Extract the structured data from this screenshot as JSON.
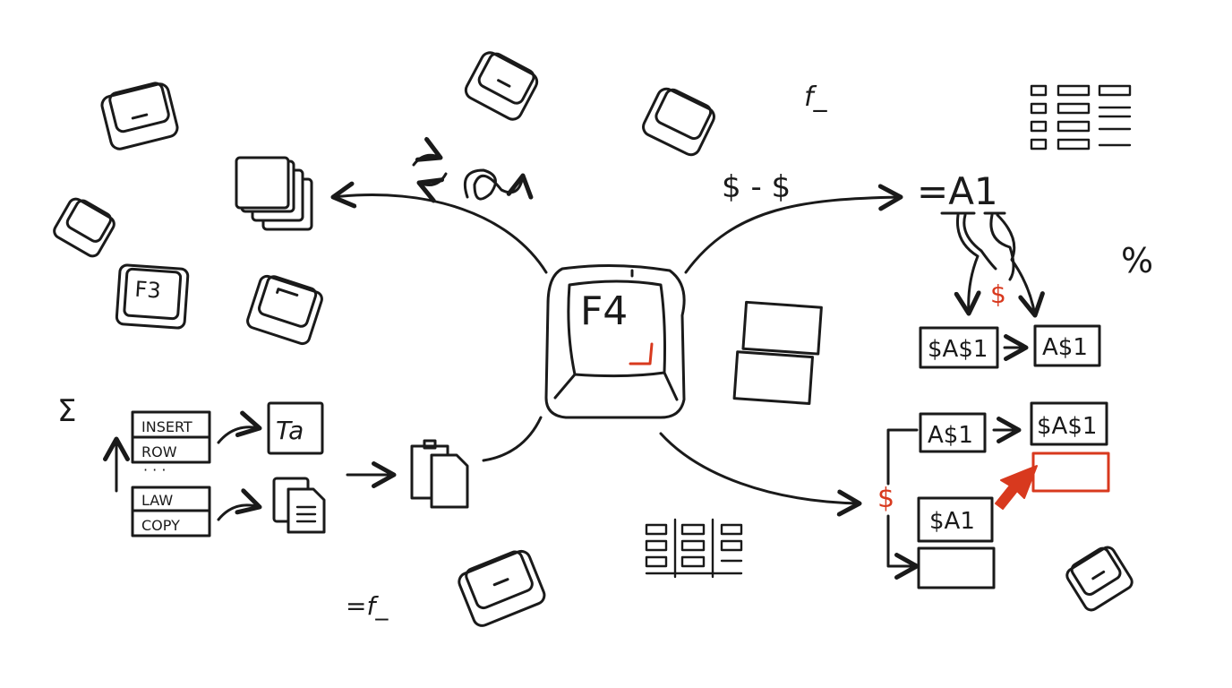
{
  "colors": {
    "ink": "#1a1a1a",
    "accent": "#d8391e",
    "background": "#ffffff"
  },
  "center_key": {
    "label": "F4"
  },
  "left_cluster": {
    "f3_key": "F3",
    "sigma": "Σ",
    "table_top": [
      "INSERT",
      "ROW"
    ],
    "dots": "· · ·",
    "table_bottom": [
      "LAW",
      "COPY"
    ],
    "format_icon_text": "Ta",
    "formula_bottom": "=f_"
  },
  "top_right": {
    "function_symbol": "f_",
    "arrow_label": "$ - $",
    "formula": "=A1",
    "percent": "%",
    "split_symbol": "$",
    "ref_absolute": "$A$1",
    "ref_mixed_row": "A$1"
  },
  "bottom_right": {
    "bracket_symbol": "$",
    "ref_mixed_row": "A$1",
    "ref_absolute": "$A$1",
    "ref_mixed_col": "$A1"
  },
  "icons": [
    "keycap-icon",
    "copy-stack-icon",
    "refresh-icon",
    "loop-arrow-icon",
    "clipboard-documents-icon",
    "table-grid-icon",
    "document-list-icon",
    "split-window-icon",
    "pointer-cursor-icon"
  ]
}
